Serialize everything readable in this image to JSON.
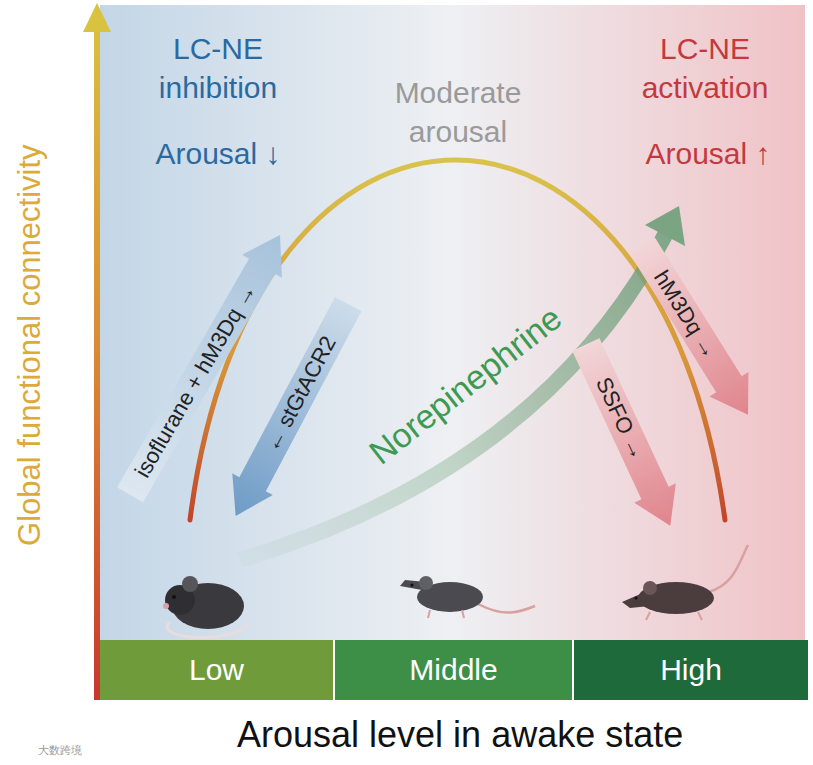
{
  "diagram": {
    "nodes": [
      {
        "text": [
          "isoflurane + hM3Dq →"
        ]
      },
      {
        "text": [
          "← stGtACR2"
        ]
      },
      {
        "text": [
          "hM3Dq →"
        ]
      },
      {
        "text": [
          "SSFO →"
        ]
      },
      {
        "text": [
          "Low"
        ]
      },
      {
        "text": [
          "Middle"
        ]
      },
      {
        "text": [
          "High"
        ]
      }
    ],
    "labels": [
      "Global functional connectivity",
      "LC-NE inhibition",
      "Arousal ↓",
      "Moderate arousal",
      "LC-NE activation",
      "Arousal ↑",
      "Norepinephrine",
      "Arousal level in awake state",
      "大数跨境"
    ]
  }
}
